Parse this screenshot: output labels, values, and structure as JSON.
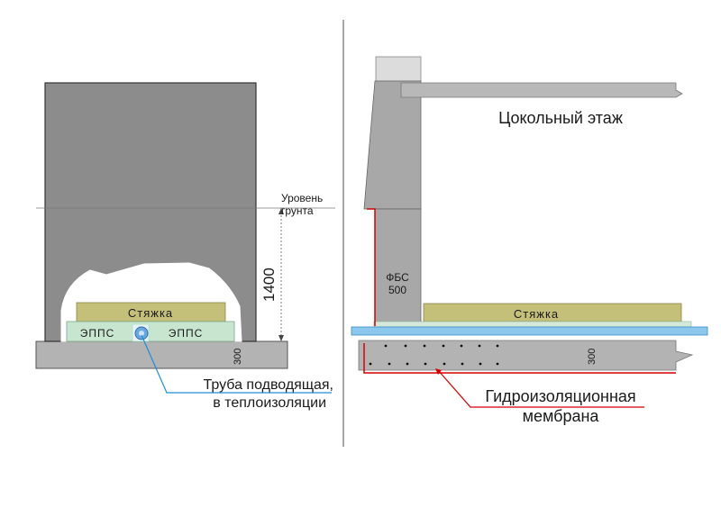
{
  "left_section": {
    "ground_level_label_line1": "Уровень",
    "ground_level_label_line2": "грунта",
    "depth_dimension": "1400",
    "slab_dimension": "300",
    "screed_label": "Стяжка",
    "insulation_left_label": "ЭППС",
    "insulation_right_label": "ЭППС",
    "pipe_callout_line1": "Труба подводящая,",
    "pipe_callout_line2": "в теплоизоляции"
  },
  "right_section": {
    "floor_label": "Цокольный этаж",
    "block_label_line1": "ФБС",
    "block_label_line2": "500",
    "screed_label": "Стяжка",
    "slab_dimension": "300",
    "membrane_callout_line1": "Гидроизоляционная",
    "membrane_callout_line2": "мембрана"
  },
  "colors": {
    "concrete": "#a9a9a9",
    "wall_dark": "#8a8a8a",
    "screed": "#c4c07a",
    "insulation": "#c8e6cf",
    "pipe_blue": "#5b9bd5",
    "waterproof_blue": "#8cc8ee",
    "membrane_red": "#d40000",
    "callout_line": "#1d8fd6"
  }
}
